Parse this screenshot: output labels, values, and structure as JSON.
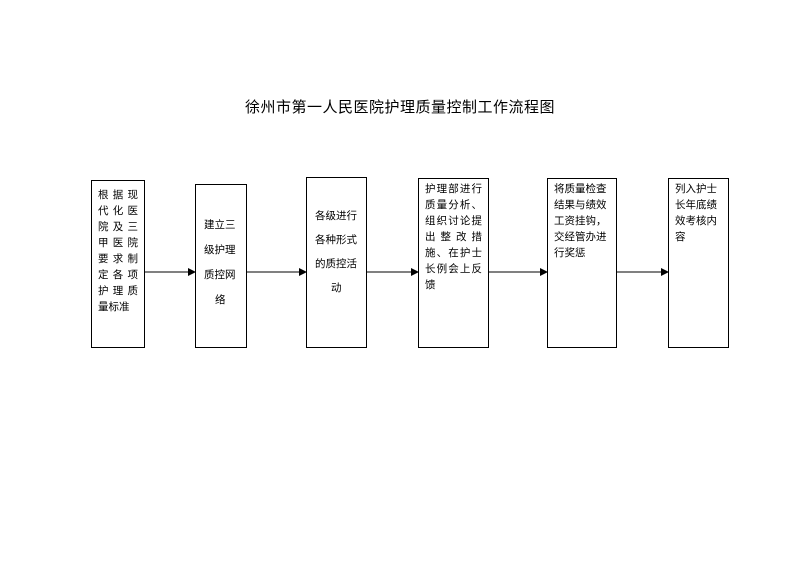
{
  "title": "徐州市第一人民医院护理质量控制工作流程图",
  "steps": [
    {
      "lines": [
        "根据现",
        "代化医",
        "院及三",
        "甲医院",
        "要求制",
        "定各项",
        "护理质",
        "量标准"
      ]
    },
    {
      "lines": [
        "建立三",
        "级护理",
        "质控网",
        "络"
      ]
    },
    {
      "lines": [
        "各级进行",
        "各种形式",
        "的质控活",
        "动"
      ]
    },
    {
      "lines": [
        "护理部进行",
        "质量分析、",
        "组织讨论提",
        "出整改措",
        "施、在护士",
        "长例会上反",
        "馈"
      ]
    },
    {
      "lines": [
        "将质量检查",
        "结果与绩效",
        "工资挂钩，",
        "交经管办进",
        "行奖惩"
      ]
    },
    {
      "lines": [
        "列入护士",
        "长年底绩",
        "效考核内",
        "容"
      ]
    }
  ]
}
